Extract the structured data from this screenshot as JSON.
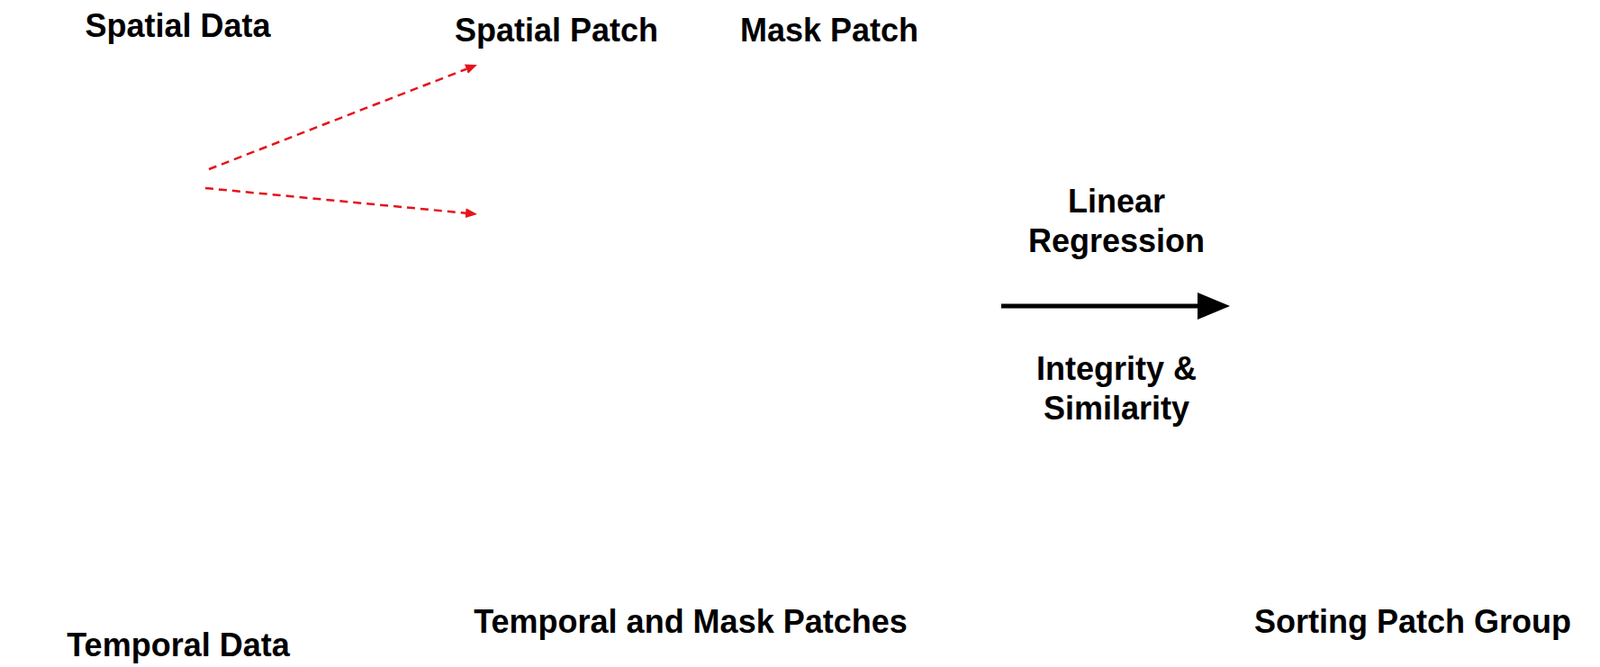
{
  "diagram": {
    "nodes": [
      {
        "text": [
          "Spatial Data"
        ]
      },
      {
        "text": [
          "Temporal Data"
        ]
      },
      {
        "text": [
          "Temporal and Mask Patches"
        ]
      },
      {
        "text": [
          "Spatial Patch"
        ],
        "in": 2
      },
      {
        "text": [
          "Mask Patch"
        ],
        "in": 2
      },
      {
        "text": [
          "Sorting Patch Group"
        ]
      }
    ],
    "edges": [
      {
        "from": 0,
        "to": 3,
        "arrow": "to"
      },
      {
        "from": 0,
        "to": 3,
        "arrow": "to"
      },
      {
        "from": 2,
        "to": 5,
        "arrow": "to",
        "label": "Linear Regression"
      }
    ],
    "labels": [
      "Integrity & Similarity"
    ]
  }
}
